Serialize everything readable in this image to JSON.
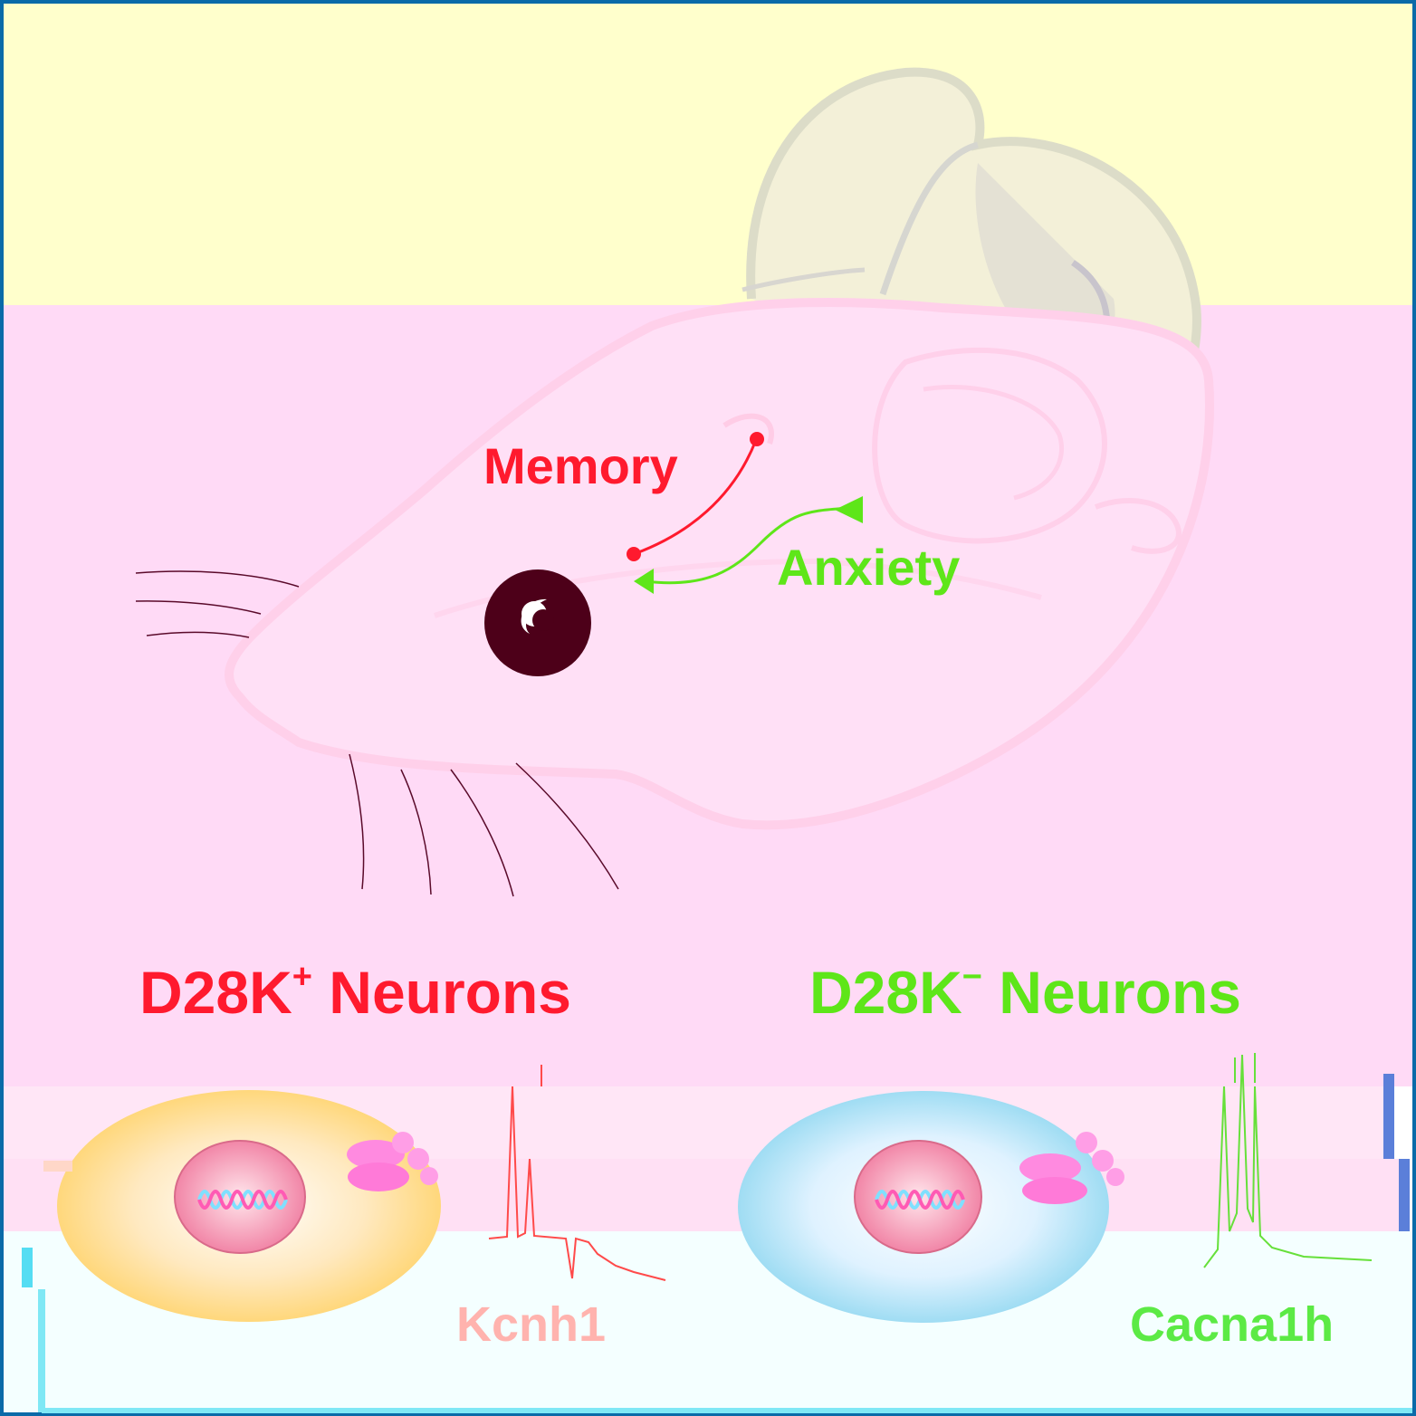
{
  "labels": {
    "memory": "Memory",
    "anxiety": "Anxiety",
    "pos_neurons_prefix": "D28K",
    "pos_neurons_sup": "+",
    "pos_neurons_suffix": " Neurons",
    "neg_neurons_prefix": "D28K",
    "neg_neurons_sup": "−",
    "neg_neurons_suffix": " Neurons",
    "gene_left": "Kcnh1",
    "gene_right": "Cacna1h"
  },
  "colors": {
    "memory": "#ff1a2e",
    "anxiety": "#5ee619",
    "gene_left": "#ffb3ae",
    "gene_right": "#5cea45",
    "eye": "#4d0019",
    "top_band": "#ffffcc",
    "mid_band": "#ffdaf6",
    "bottom_band": "#f4ffff",
    "border": "#0a6aa8"
  },
  "icons": {
    "mouse": "mouse-head-icon",
    "cell_left": "neuron-cell-icon",
    "cell_right": "neuron-cell-icon",
    "dna": "dna-helix-icon",
    "trace_left": "spike-trace-icon",
    "trace_right": "burst-trace-icon"
  }
}
